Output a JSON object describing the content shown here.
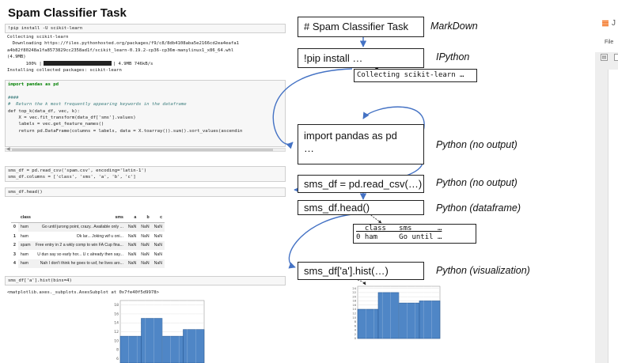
{
  "notebook": {
    "title": "Spam Classifier Task",
    "cell1_code": "!pip install -U scikit-learn",
    "cell1_out": {
      "line1": "Collecting scikit-learn",
      "line2": "  Downloading https://files.pythonhosted.org/packages/f9/c8/8db4108aba5e2166cd2ea4eafa1",
      "line3": "a4b82f80248a1fa8573829cc2358ad1f/scikit_learn-0.19.2-cp36-cp36m-manylinux1_x86_64.whl",
      "line4": "(4.9MB)",
      "pct": "100% |",
      "size": "| 4.9MB 746kB/s",
      "line6": "Installing collected packages: scikit-learn"
    },
    "cell2": {
      "line1": "import pandas as pd",
      "comment1": "####",
      "comment2": "#  Return the k most frequently appearing keywords in the dataframe",
      "line4": "def top_k(data_df, vec, k):",
      "line5": "    X = vec.fit_transform(data_df['sms'].values)",
      "line6": "    labels = vec.get_feature_names()",
      "line7": "    return pd.DataFrame(columns = labels, data = X.toarray()).sum().sort_values(ascendin"
    },
    "cell3": {
      "line1": "sms_df = pd.read_csv('spam.csv', encoding='latin-1')",
      "line2": "sms_df.columns = ['class', 'sms', 'a', 'b', 'c']"
    },
    "cell4_code": "sms_df.head()",
    "df_table": {
      "headers": [
        "",
        "class",
        "sms",
        "a",
        "b",
        "c"
      ],
      "rows": [
        [
          "0",
          "ham",
          "Go until jurong point, crazy.. Available only ...",
          "NaN",
          "NaN",
          "NaN"
        ],
        [
          "1",
          "ham",
          "Ok lar... Joking wif u oni...",
          "NaN",
          "NaN",
          "NaN"
        ],
        [
          "2",
          "spam",
          "Free entry in 2 a wkly comp to win FA Cup fina...",
          "NaN",
          "NaN",
          "NaN"
        ],
        [
          "3",
          "ham",
          "U dun say so early hor... U c already then say...",
          "NaN",
          "NaN",
          "NaN"
        ],
        [
          "4",
          "ham",
          "Nah I don't think he goes to usf, he lives aro...",
          "NaN",
          "NaN",
          "NaN"
        ]
      ]
    },
    "cell5_code": "sms_df['a'].hist(bins=4)",
    "cell5_out": "<matplotlib.axes._subplots.AxesSubplot at 0x7fe40f5d9978>",
    "hist": {
      "yticks": [
        "18",
        "16",
        "14",
        "12",
        "10",
        "8",
        "6"
      ]
    }
  },
  "diagram": {
    "boxes": [
      {
        "text": "# Spam Classifier Task",
        "tag": "MarkDown"
      },
      {
        "text": "!pip install …",
        "tag": "IPython"
      },
      {
        "text": "import pandas as pd",
        "text2": "…",
        "tag": "Python (no output)"
      },
      {
        "text": "sms_df = pd.read_csv(…)",
        "tag": "Python (no output)"
      },
      {
        "text": "sms_df.head()",
        "tag": "Python (dataframe)"
      },
      {
        "text": "sms_df['a'].hist(…)",
        "tag": "Python (visualization)"
      }
    ],
    "pip_output": "Collecting scikit-learn …",
    "df_output": {
      "header": "  class   sms      …",
      "row": "0 ham     Go until …"
    },
    "hist": {
      "yticks": [
        "24",
        "22",
        "20",
        "18",
        "16",
        "14",
        "12",
        "10",
        "8",
        "6",
        "4",
        "2",
        "0"
      ]
    }
  },
  "chart_data": [
    {
      "type": "bar",
      "title": "",
      "xlabel": "",
      "ylabel": "",
      "values": [
        11,
        15,
        11,
        12.5
      ],
      "ylim": [
        5,
        19
      ],
      "grid": true
    },
    {
      "type": "bar",
      "title": "",
      "xlabel": "",
      "ylabel": "",
      "values": [
        14,
        22,
        17,
        18
      ],
      "ylim": [
        0,
        25
      ],
      "grid": true
    }
  ],
  "jupyter": {
    "logo": "≣",
    "name": "J",
    "menu_file": "File",
    "save_icon": "save-icon"
  },
  "colors": {
    "arrow": "#4472c4",
    "bar": "#4f86c6",
    "bar_edge": "#2a5d99"
  }
}
